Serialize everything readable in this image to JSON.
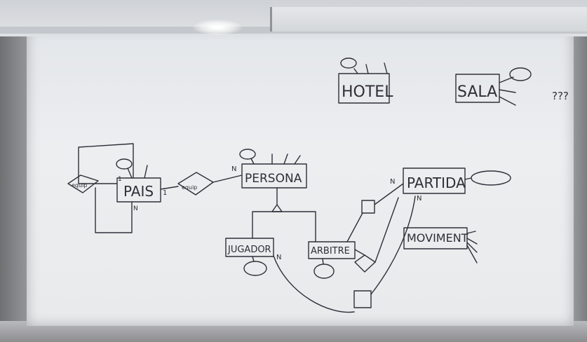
{
  "entities": {
    "hotel": "HOTEL",
    "sala": "SALA",
    "persona": "PERSONA",
    "pais": "PAIS",
    "partida": "PARTIDA",
    "jugador": "JUGADOR",
    "arbitre": "ARBITRE",
    "moviment": "MOVIMENT"
  },
  "relationships": {
    "pais_persona": "equip",
    "pais_self": "equip"
  },
  "cardinalities": {
    "pais_left_1": "1",
    "pais_right_1": "1",
    "pais_bottom_n": "N",
    "persona_n": "N",
    "partida_n": "N",
    "jugador_n": "N",
    "partida_n2": "N"
  },
  "annotations": {
    "question_marks": "???"
  },
  "colors": {
    "ink": "#2f2f38",
    "board": "#e8eaec"
  }
}
